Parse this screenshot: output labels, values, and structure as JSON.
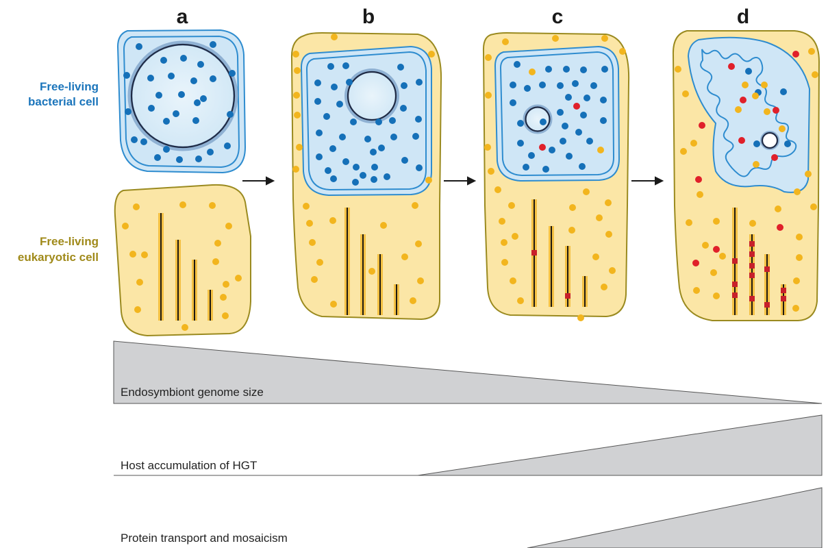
{
  "panels": {
    "a": "a",
    "b": "b",
    "c": "c",
    "d": "d"
  },
  "labels": {
    "bacterial_line1": "Free-living",
    "bacterial_line2": "bacterial cell",
    "eukaryotic_line1": "Free-living",
    "eukaryotic_line2": "eukaryotic cell"
  },
  "gradients": {
    "genome_size": "Endosymbiont genome size",
    "hgt": "Host accumulation of HGT",
    "transport": "Protein transport and mosaicism"
  },
  "colors": {
    "bacterial_blue": "#1b75bb",
    "eukaryotic_gold": "#a08a1a",
    "bacteria_fill": "#cfe6f6",
    "host_fill": "#fbe6a6",
    "host_outline": "#9a8a1f",
    "blue_dot": "#1570b8",
    "yellow_dot": "#f2b51e",
    "red_dot": "#e0202a",
    "wedge_fill": "#d0d1d3"
  }
}
